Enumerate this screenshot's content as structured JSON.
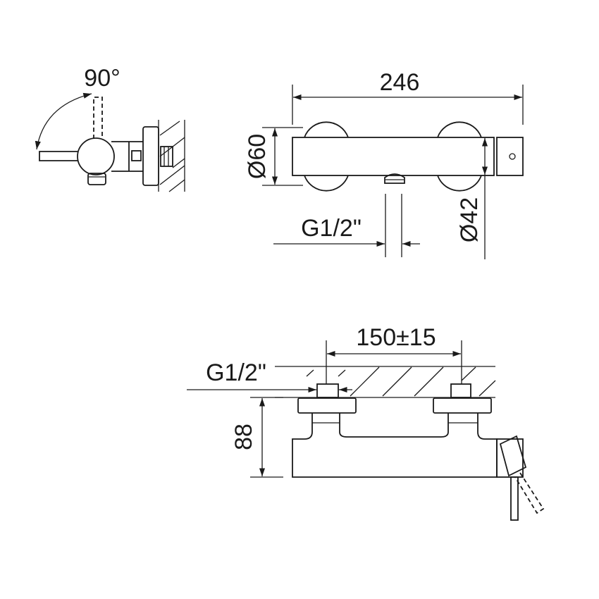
{
  "drawing": {
    "side_view": {
      "angle_label": "90°"
    },
    "top_view": {
      "length_label": "246",
      "body_diameter_label": "Ø60",
      "cap_diameter_label": "Ø42",
      "outlet_thread_label": "G1/2\""
    },
    "front_view": {
      "spacing_label": "150±15",
      "inlet_thread_label": "G1/2\"",
      "depth_label": "88"
    },
    "line_color": "#1a1a1a",
    "background": "#ffffff"
  }
}
